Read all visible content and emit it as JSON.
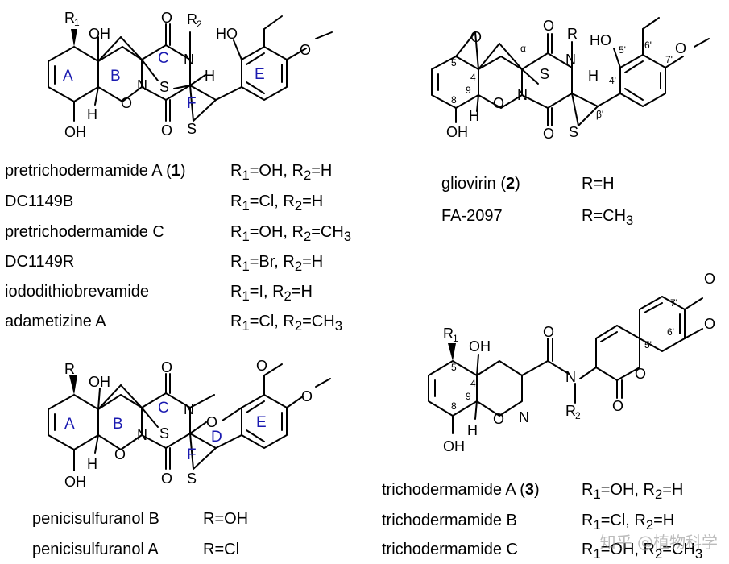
{
  "group1": {
    "ring_labels": [
      "A",
      "B",
      "C",
      "E",
      "F"
    ],
    "compounds": [
      {
        "name": "pretrichodermamide A (",
        "bold": "1",
        "close": ")",
        "subst": "R1=OH, R2=H"
      },
      {
        "name": "DC1149B",
        "bold": "",
        "close": "",
        "subst": "R1=Cl, R2=H"
      },
      {
        "name": "pretrichodermamide C",
        "bold": "",
        "close": "",
        "subst": "R1=OH, R2=CH3"
      },
      {
        "name": "DC1149R",
        "bold": "",
        "close": "",
        "subst": "R1=Br, R2=H"
      },
      {
        "name": "iododithiobrevamide",
        "bold": "",
        "close": "",
        "subst": "R1=I, R2=H"
      },
      {
        "name": "adametizine A",
        "bold": "",
        "close": "",
        "subst": "R1=Cl, R2=CH3"
      }
    ]
  },
  "group2": {
    "position_labels": [
      "5",
      "4",
      "8",
      "9",
      "5'",
      "6'",
      "7'",
      "4'",
      "α",
      "β'"
    ],
    "compounds": [
      {
        "name": "gliovirin (",
        "bold": "2",
        "close": ")",
        "subst": "R=H"
      },
      {
        "name": "FA-2097",
        "bold": "",
        "close": "",
        "subst": "R=CH3"
      }
    ]
  },
  "group3": {
    "ring_labels": [
      "A",
      "B",
      "C",
      "D",
      "E",
      "F"
    ],
    "compounds": [
      {
        "name": "penicisulfuranol B",
        "subst": "R=OH"
      },
      {
        "name": "penicisulfuranol A",
        "subst": "R=Cl"
      }
    ]
  },
  "group4": {
    "position_labels": [
      "5",
      "4",
      "8",
      "9",
      "7'",
      "6'",
      "5'"
    ],
    "compounds": [
      {
        "name": "trichodermamide A (",
        "bold": "3",
        "close": ")",
        "subst": "R1=OH, R2=H"
      },
      {
        "name": "trichodermamide B",
        "bold": "",
        "close": "",
        "subst": "R1=Cl, R2=H"
      },
      {
        "name": "trichodermamide C",
        "bold": "",
        "close": "",
        "subst": "R1=OH, R2=CH3"
      }
    ]
  },
  "watermark": "知乎 @植物科学"
}
